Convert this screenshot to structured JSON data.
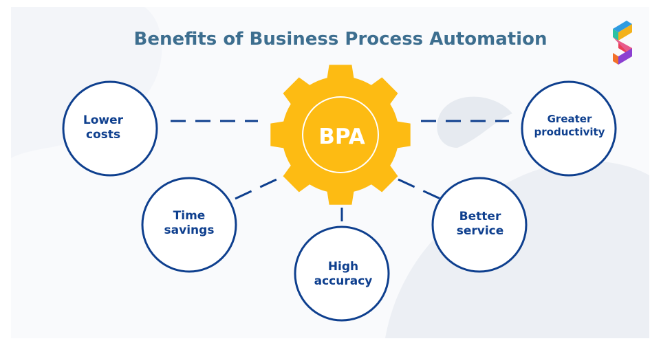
{
  "title": "Benefits of Business Process Automation",
  "logo_icon": "s-logo-icon",
  "center": {
    "label": "BPA",
    "color": "#fdbb13",
    "icon": "gear-icon"
  },
  "nodes": [
    {
      "id": "lower-costs",
      "lines": [
        "Lower",
        "costs"
      ]
    },
    {
      "id": "time-savings",
      "lines": [
        "Time",
        "savings"
      ]
    },
    {
      "id": "high-accuracy",
      "lines": [
        "High",
        "accuracy"
      ]
    },
    {
      "id": "better-service",
      "lines": [
        "Better",
        "service"
      ]
    },
    {
      "id": "greater-productivity",
      "lines": [
        "Greater",
        "productivity"
      ]
    }
  ],
  "colors": {
    "title": "#3d6e8f",
    "circle_stroke": "#0e3f8e",
    "node_text": "#0e3f8e",
    "connector": "#0e3f8e",
    "gear": "#fdbb13",
    "background_blob": "#f3f5f9"
  }
}
